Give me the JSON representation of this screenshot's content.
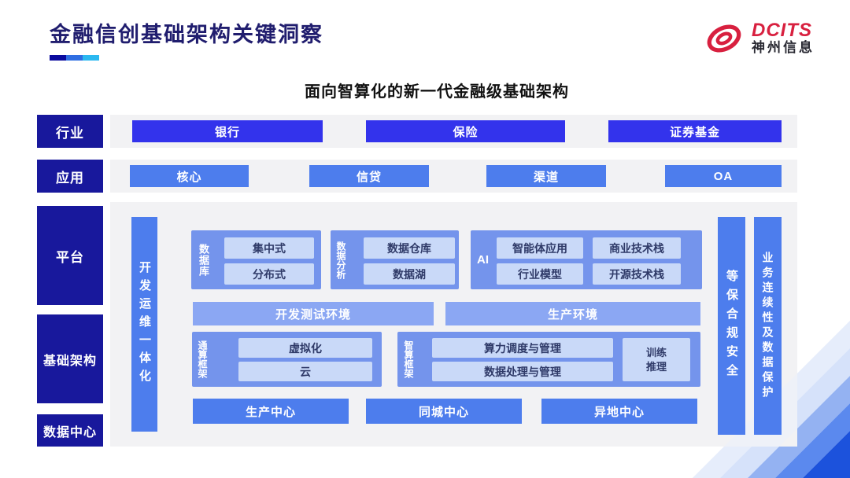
{
  "page": {
    "title": "金融信创基础架构关键洞察",
    "subtitle": "面向智算化的新一代金融级基础架构"
  },
  "logo": {
    "brand": "DCITS",
    "company": "神州信息"
  },
  "side_labels": {
    "industry": "行业",
    "application": "应用",
    "platform": "平台",
    "infrastructure": "基础架构",
    "datacenter": "数据中心"
  },
  "industry_row": {
    "items": [
      "银行",
      "保险",
      "证券基金"
    ]
  },
  "application_row": {
    "items": [
      "核心",
      "信贷",
      "渠道",
      "OA"
    ]
  },
  "pillars": {
    "devops": "开发运维一体化",
    "security": "等保合规安全",
    "continuity": "业务连续性及数据保护"
  },
  "platform_groups": {
    "database": {
      "label": "数据库",
      "items": [
        "集中式",
        "分布式"
      ]
    },
    "analytics": {
      "label": "数据分析",
      "items": [
        "数据仓库",
        "数据湖"
      ]
    },
    "ai": {
      "label": "AI",
      "items": [
        "智能体应用",
        "商业技术栈",
        "行业模型",
        "开源技术栈"
      ]
    }
  },
  "environments": {
    "dev": "开发测试环境",
    "prod": "生产环境"
  },
  "compute": {
    "general": {
      "label": "通算框架",
      "items": [
        "虚拟化",
        "云"
      ]
    },
    "intelligent": {
      "label": "智算框架",
      "items": [
        "算力调度与管理",
        "数据处理与管理"
      ],
      "side_box": {
        "line1": "训练",
        "line2": "推理"
      }
    }
  },
  "centers": [
    "生产中心",
    "同城中心",
    "异地中心"
  ],
  "colors": {
    "title_navy": "#201d6e",
    "label_navy": "#18189c",
    "industry_blue": "#3333ec",
    "primary_blue": "#4d7ded",
    "group_blue": "#7494ec",
    "env_blue": "#8ba7f3",
    "light_box": "#c9d9f8",
    "panel_gray": "#f2f2f4",
    "brand_red": "#d8203f",
    "underline": [
      "#0a0a9e",
      "#2f6ee2",
      "#2bb8f0"
    ],
    "corner_bands": [
      "#e2eafb",
      "#c2d4f8",
      "#94b2f2",
      "#5b89ee",
      "#1c52dc"
    ]
  }
}
